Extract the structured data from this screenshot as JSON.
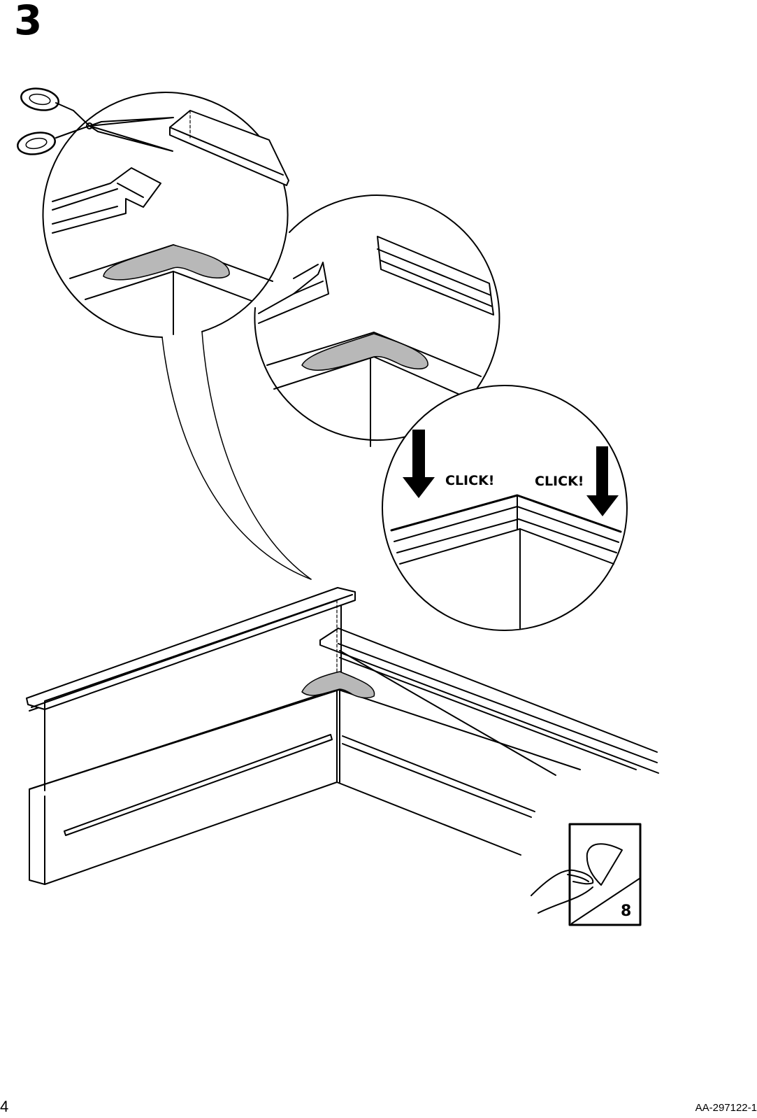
{
  "step": {
    "number": "3"
  },
  "callouts": {
    "click_left": "CLICK!",
    "click_right": "CLICK!"
  },
  "instruction_sheet": {
    "number": "8"
  },
  "footer": {
    "page_number": "4",
    "doc_code": "AA-297122-1"
  },
  "colors": {
    "line": "#000000",
    "glue_fill": "#b8b8b8",
    "background": "#ffffff"
  },
  "icons": [
    "scissors-icon",
    "down-arrow-icon",
    "hand-peeling-sheet-icon"
  ]
}
